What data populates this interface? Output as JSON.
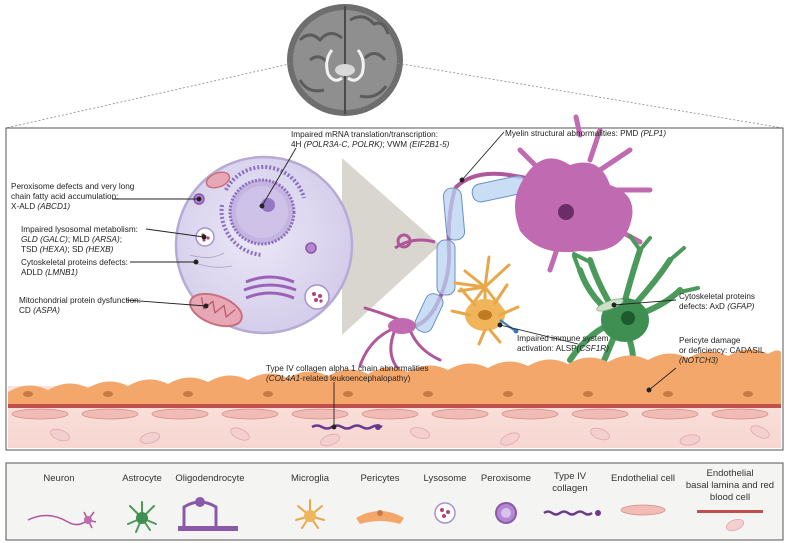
{
  "annotations": {
    "mrna_line1": "Impaired mRNA translation/transcription:",
    "mrna_line2a": "4H ",
    "mrna_line2b": "(POLR3A-C, POLRK)",
    "mrna_line2c": "; VWM ",
    "mrna_line2d": "(EIF2B1-5)",
    "myelin_a": "Myelin structural abnormalities: PMD ",
    "myelin_b": "(PLP1)",
    "perox_line1": "Peroxisome defects and very long",
    "perox_line2": "chain fatty acid accumulation:",
    "perox_line3a": "X-ALD ",
    "perox_line3b": "(ABCD1)",
    "lyso_line1": "Impaired lysosomal metabolism:",
    "lyso_line2a": "GLD ",
    "lyso_line2b": "(GALC)",
    "lyso_line2c": ";  MLD ",
    "lyso_line2d": "(ARSA)",
    "lyso_line2e": ";",
    "lyso_line3a": "TSD ",
    "lyso_line3b": "(HEXA)",
    "lyso_line3c": "; SD ",
    "lyso_line3d": "(HEXB)",
    "cyto_line1": "Cytoskeletal proteins defects:",
    "cyto_line2a": "ADLD ",
    "cyto_line2b": "(LMNB1)",
    "mito_line1": "Mitochondrial protein dysfunction:",
    "mito_line2a": "CD ",
    "mito_line2b": "(ASPA)",
    "axd_line1": "Cytoskeletal proteins",
    "axd_line2a": "defects: AxD ",
    "axd_line2b": "(GFAP)",
    "immune_line1": "Impaired immune system",
    "immune_line2a": "activation: ALSP",
    "immune_line2b": "(CSF1R)",
    "pericyte_line1": "Pericyte damage",
    "pericyte_line2": "or deficiency: CADASIL",
    "pericyte_line3": "(NOTCH3)",
    "col_line1": "Type IV collagen alpha 1 chain abnormalities",
    "col_line2a": "(COL4A1",
    "col_line2b": "-related  leukoencephalopathy)"
  },
  "legend": {
    "neuron": "Neuron",
    "astrocyte": "Astrocyte",
    "oligodendrocyte": "Oligodendrocyte",
    "microglia": "Microglia",
    "pericytes": "Pericytes",
    "lysosome": "Lysosome",
    "peroxisome": "Peroxisome",
    "collagen_1": "Type IV",
    "collagen_2": "collagen",
    "endothelial": "Endothelial cell",
    "basal_1": "Endothelial",
    "basal_2": "basal lamina and red",
    "basal_3": "blood cell"
  },
  "colors": {
    "neuron": "#b0569a",
    "astrocyte": "#3f8f52",
    "oligodendrocyte": "#8a5aa8",
    "microglia": "#e8a84a",
    "pericyte": "#f0a060",
    "vessel_red": "#c0504d",
    "cell_body": "#ddd6ef",
    "myelin": "#b7d3f0"
  }
}
